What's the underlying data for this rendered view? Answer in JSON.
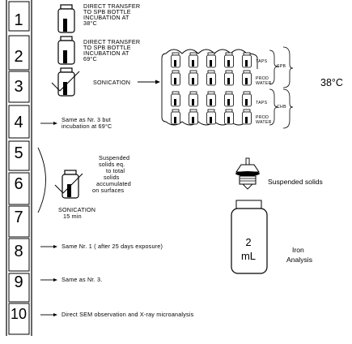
{
  "steps": [
    {
      "number": "1",
      "note": [
        "DIRECT TRANSFER",
        "TO SPB BOTTLE",
        "INCUBATION AT",
        "38°C"
      ]
    },
    {
      "number": "2",
      "note": [
        "DIRECT TRANSFER",
        "TO SPB BOTTLE",
        "INCUBATION AT",
        "69°C"
      ]
    },
    {
      "number": "3",
      "note": [
        "SONICATION"
      ]
    },
    {
      "number": "4",
      "note": [
        "Same as Nr. 3 but",
        "incubation at 69°C"
      ]
    },
    {
      "number": "5",
      "note": []
    },
    {
      "number": "6",
      "note": []
    },
    {
      "number": "7",
      "note": []
    },
    {
      "number": "8",
      "note": [
        "Same Nr. 1 ( after 25 days exposure)"
      ]
    },
    {
      "number": "9",
      "note": [
        "Same as Nr. 3."
      ]
    },
    {
      "number": "10",
      "note": [
        "Direct SEM observation and X-ray microanalysis"
      ]
    }
  ],
  "suspended_note": [
    "Suspended",
    "solids eq.",
    "to total",
    "solids",
    "accumulated",
    "on surfaces"
  ],
  "sonication_15": [
    "SONICATION",
    "15 min"
  ],
  "grid_labels": {
    "taps_1": "TAPS",
    "prod_water_1": [
      "PROD",
      "WATER"
    ],
    "spb": "SPB",
    "taps_2": "TAPS",
    "prod_water_2": [
      "PROD",
      "WATER"
    ],
    "chb": "CHB"
  },
  "temperature": "38°C",
  "suspended_solids": "Suspended solids",
  "bottle_volume": [
    "2",
    "mL"
  ],
  "iron_analysis": [
    "Iron",
    "Analysis"
  ]
}
